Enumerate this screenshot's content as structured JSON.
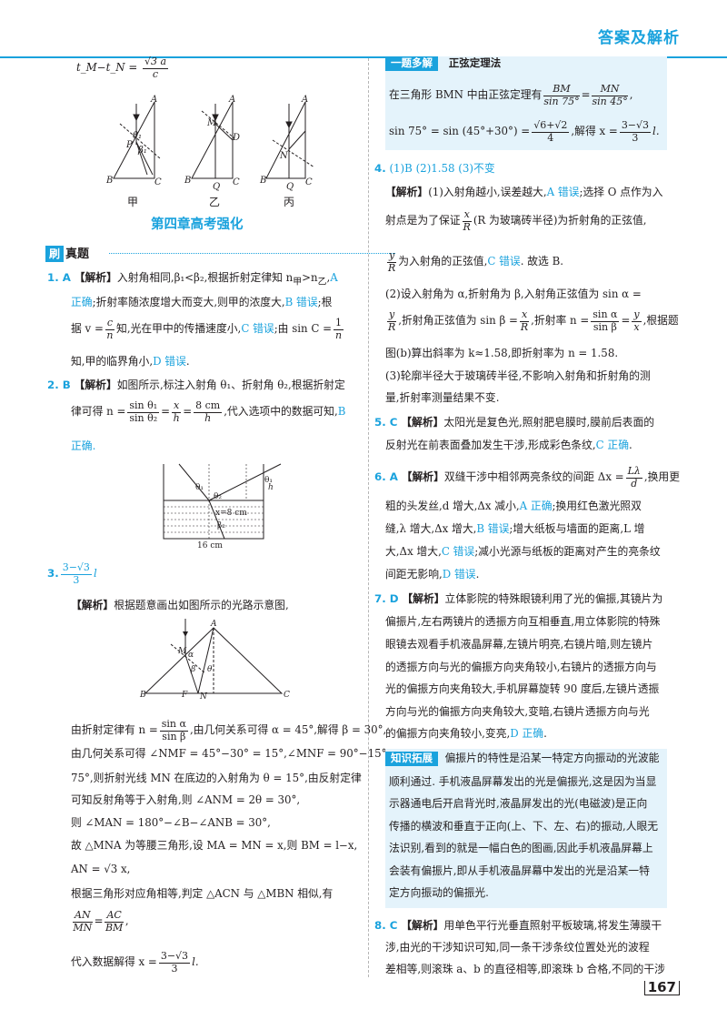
{
  "header": {
    "title": "答案及解析",
    "page_number": "167"
  },
  "left": {
    "top_formula": {
      "lhs": "t_M−t_N =",
      "num": "√3 a",
      "den": "c"
    },
    "fig_labels": {
      "jia": "甲",
      "yi": "乙",
      "bing": "丙"
    },
    "chapter_title": "第四章高考强化",
    "section_badge": "刷",
    "section_text": "真题",
    "q1": {
      "num": "1. A",
      "tag": "【解析】",
      "l1a": "入射角相同,β₁<β₂,根据折射定律知 n",
      "l1b": "甲",
      "l1c": ">n",
      "l1d": "乙",
      "l1e": ",",
      "l1f": "A",
      "l2a": "正确",
      "l2b": ";折射率随浓度增大而变大,则甲的浓度大,",
      "l2c": "B 错误",
      "l2d": ";根",
      "l3a": "据 v =",
      "l3fn": "c",
      "l3fd": "n",
      "l3b": "知,光在甲中的传播速度小,",
      "l3c": "C 错误",
      "l3d": ";由 sin C =",
      "l3gn": "1",
      "l3gd": "n",
      "l4a": "知,甲的临界角小,",
      "l4b": "D 错误",
      "l4c": "."
    },
    "q2": {
      "num": "2. B",
      "tag": "【解析】",
      "l1": "如图所示,标注入射角 θ₁、折射角 θ₂,根据折射定",
      "l2a": "律可得 n =",
      "f1n": "sin θ₁",
      "f1d": "sin θ₂",
      "eq": "=",
      "f2n": "x",
      "f2d": "h",
      "f3n": "8 cm",
      "f3d": "h",
      "l2b": ",代入选项中的数据可知,",
      "l2c": "B",
      "l3": "正确."
    },
    "fig2": {
      "theta1": "θ₁",
      "theta2": "θ₂",
      "x8": "x=8 cm",
      "h": "h",
      "width": "16 cm",
      "beta": "β₂"
    },
    "q3": {
      "num": "3.",
      "ans_n": "3−√3",
      "ans_d": "3",
      "ans_l": "l",
      "tag": "【解析】",
      "l1": "根据题意画出如图所示的光路示意图,",
      "l2a": "由折射定律有 n =",
      "f1n": "sin α",
      "f1d": "sin β",
      "l2b": ",由几何关系可得 α = 45°,解得 β = 30°,",
      "l3": "由几何关系可得 ∠NMF = 45°−30° = 15°,∠MNF = 90°−15° =",
      "l4": "75°,则折射光线 MN 在底边的入射角为 θ = 15°,由反射定律",
      "l5": "可知反射角等于入射角,则 ∠ANM = 2θ = 30°,",
      "l6": "则 ∠MAN = 180°−∠B−∠ANB = 30°,",
      "l7": "故 △MNA 为等腰三角形,设 MA = MN = x,则 BM = l−x,",
      "l8": "AN = √3 x,",
      "l9": "根据三角形对应角相等,判定 △ACN 与 △MBN 相似,有",
      "f2n": "AN",
      "f2d": "MN",
      "f3n": "AC",
      "f3d": "BM",
      "l10b": ",",
      "l11a": "代入数据解得 x =",
      "f4n": "3−√3",
      "f4d": "3",
      "l11b": "l."
    }
  },
  "right": {
    "box1": {
      "label": "一题多解",
      "title": "正弦定理法",
      "l1a": "在三角形 BMN 中由正弦定理有",
      "f1n": "BM",
      "f1d": "sin 75°",
      "f2n": "MN",
      "f2d": "sin 45°",
      "l2a": "sin 75° = sin (45°+30°) =",
      "f3n": "√6+√2",
      "f3d": "4",
      "l2b": ",解得 x =",
      "f4n": "3−√3",
      "f4d": "3",
      "l2c": "l."
    },
    "q4": {
      "num": "4.",
      "ans": "(1)B (2)1.58 (3)不变",
      "tag": "【解析】",
      "l1a": "(1)入射角越小,误差越大,",
      "l1b": "A 错误",
      "l1c": ";选择 O 点作为入",
      "l2a": "射点是为了保证",
      "f1n": "x",
      "f1d": "R",
      "l2b": "(R 为玻璃砖半径)为折射角的正弦值,",
      "f2n": "y",
      "f2d": "R",
      "l3a": "为入射角的正弦值,",
      "l3b": "C 错误",
      "l3c": ". 故选 B.",
      "l4": "(2)设入射角为 α,折射角为 β,入射角正弦值为 sin α =",
      "f3n": "y",
      "f3d": "R",
      "l5a": ",折射角正弦值为 sin β =",
      "f4n": "x",
      "f4d": "R",
      "l5b": ",折射率 n =",
      "f5n": "sin α",
      "f5d": "sin β",
      "l5c": "=",
      "f6n": "y",
      "f6d": "x",
      "l5d": ",根据题",
      "l6": "图(b)算出斜率为 k≈1.58,即折射率为 n = 1.58.",
      "l7": "(3)轮廓半径大于玻璃砖半径,不影响入射角和折射角的测",
      "l8": "量,折射率测量结果不变."
    },
    "q5": {
      "num": "5. C",
      "tag": "【解析】",
      "l1": "太阳光是复色光,照射肥皂膜时,膜前后表面的",
      "l2a": "反射光在前表面叠加发生干涉,形成彩色条纹,",
      "l2b": "C 正确",
      "l2c": "."
    },
    "q6": {
      "num": "6. A",
      "tag": "【解析】",
      "l1a": "双缝干涉中相邻两亮条纹的间距 Δx =",
      "f1n": "Lλ",
      "f1d": "d",
      "l1b": ",换用更",
      "l2a": "粗的头发丝,d 增大,Δx 减小,",
      "l2b": "A 正确",
      "l2c": ";换用红色激光照双",
      "l3a": "缝,λ 增大,Δx 增大,",
      "l3b": "B 错误",
      "l3c": ";增大纸板与墙面的距离,L 增",
      "l4a": "大,Δx 增大,",
      "l4b": "C 错误",
      "l4c": ";减小光源与纸板的距离对产生的亮条纹",
      "l5a": "间距无影响,",
      "l5b": "D 错误",
      "l5c": "."
    },
    "q7": {
      "num": "7. D",
      "tag": "【解析】",
      "l1": "立体影院的特殊眼镜利用了光的偏振,其镜片为",
      "l2": "偏振片,左右两镜片的透振方向互相垂直,用立体影院的特殊",
      "l3": "眼镜去观看手机液晶屏幕,左镜片明亮,右镜片暗,则左镜片",
      "l4": "的透振方向与光的偏振方向夹角较小,右镜片的透振方向与",
      "l5": "光的偏振方向夹角较大,手机屏幕旋转 90 度后,左镜片透振",
      "l6": "方向与光的偏振方向夹角较大,变暗,右镜片透振方向与光",
      "l7a": "的偏振方向夹角较小,变亮,",
      "l7b": "D 正确",
      "l7c": "."
    },
    "box2": {
      "label": "知识拓展",
      "l1": "偏振片的特性是沿某一特定方向振动的光波能",
      "l2": "顺利通过. 手机液晶屏幕发出的光是偏振光,这是因为当显",
      "l3": "示器通电后开启背光时,液晶屏发出的光(电磁波)是正向",
      "l4": "传播的横波和垂直于正向(上、下、左、右)的振动,人眼无",
      "l5": "法识别,看到的就是一幅白色的图画,因此手机液晶屏幕上",
      "l6": "会装有偏振片,即从手机液晶屏幕中发出的光是沿某一特",
      "l7": "定方向振动的偏振光."
    },
    "q8": {
      "num": "8. C",
      "tag": "【解析】",
      "l1": "用单色平行光垂直照射平板玻璃,将发生薄膜干",
      "l2": "涉,由光的干涉知识可知,同一条干涉条纹位置处光的波程",
      "l3": "差相等,则滚珠 a、b 的直径相等,即滚珠 b 合格,不同的干涉"
    }
  }
}
